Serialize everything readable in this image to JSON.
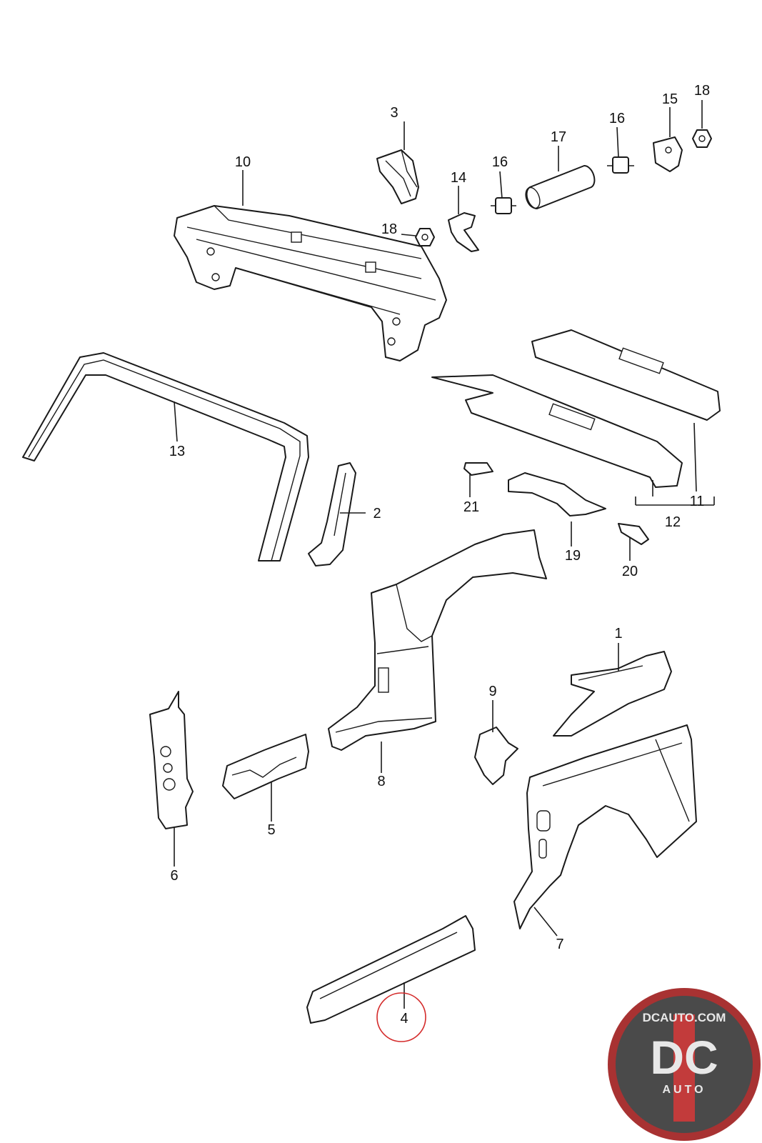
{
  "diagram": {
    "callouts": {
      "c1": "1",
      "c2": "2",
      "c3": "3",
      "c4": "4",
      "c5": "5",
      "c6": "6",
      "c7": "7",
      "c8": "8",
      "c9": "9",
      "c10": "10",
      "c11": "11",
      "c12": "12",
      "c13": "13",
      "c14": "14",
      "c15": "15",
      "c16a": "16",
      "c16b": "16",
      "c17": "17",
      "c18a": "18",
      "c18b": "18",
      "c19": "19",
      "c20": "20",
      "c21": "21"
    },
    "highlighted_part": "4",
    "highlight_color": "#d42b2b"
  },
  "logo": {
    "top_text": "DCAUTO.COM",
    "main_text": "DC",
    "sub_text": "AUTO",
    "colors": {
      "ring": "#a83232",
      "fill": "#4a4a4a",
      "accent": "#c23b3b",
      "letter": "#e8e8e8"
    }
  }
}
